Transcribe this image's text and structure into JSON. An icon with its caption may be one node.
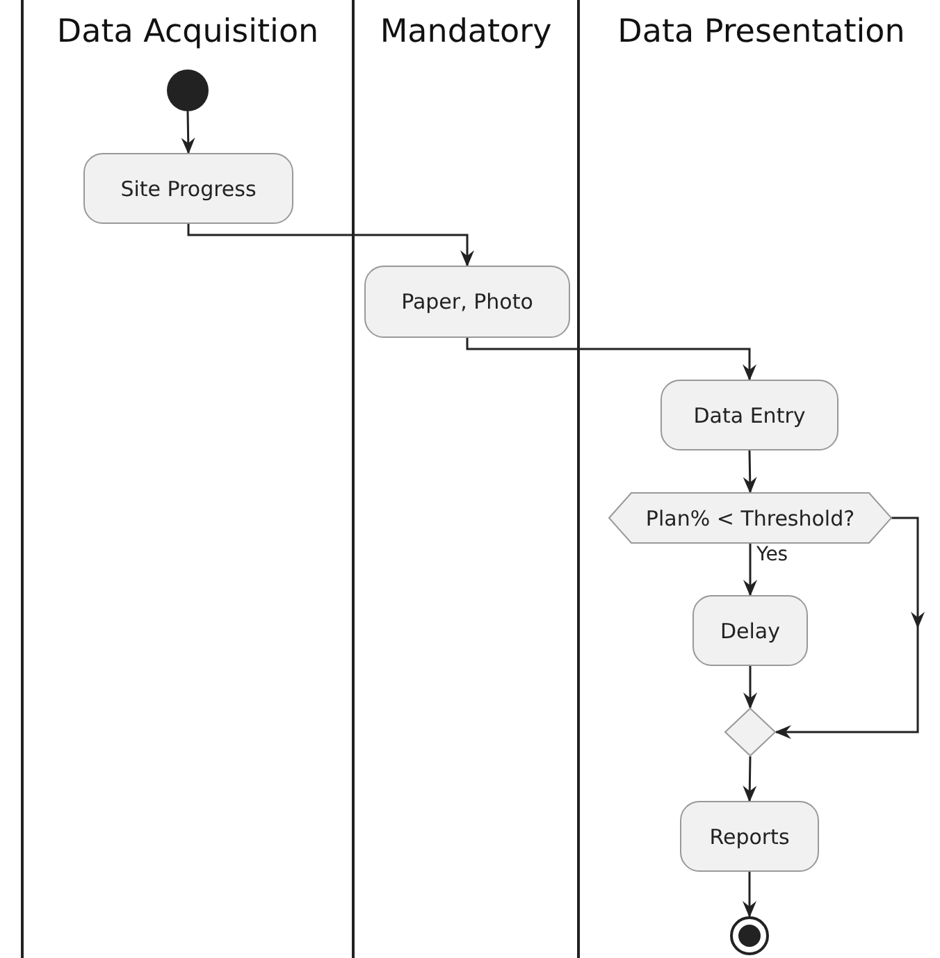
{
  "diagram": {
    "nodes": [
      {
        "text": [
          "Data Acquisition"
        ]
      },
      {
        "text": [
          "Mandatory"
        ]
      },
      {
        "text": [
          "Data Presentation"
        ]
      },
      {
        "text": [],
        "shape": "circle",
        "in": 0
      },
      {
        "text": [
          "Site Progress"
        ],
        "in": 0
      },
      {
        "text": [
          "Paper, Photo"
        ],
        "in": 1
      },
      {
        "text": [
          "Data Entry"
        ],
        "in": 2
      },
      {
        "text": [
          "Plan% < Threshold?"
        ],
        "in": 2
      },
      {
        "text": [
          "Delay"
        ],
        "in": 2
      },
      {
        "text": [],
        "shape": "diamond",
        "in": 2
      },
      {
        "text": [
          "Reports"
        ],
        "in": 2
      },
      {
        "text": [],
        "shape": "circle",
        "in": 2
      }
    ],
    "edges": [
      {
        "from": 3,
        "to": 4,
        "arrow": "to"
      },
      {
        "from": 4,
        "to": 5,
        "arrow": "to"
      },
      {
        "from": 5,
        "to": 6,
        "arrow": "to"
      },
      {
        "from": 6,
        "to": 7,
        "arrow": "to"
      },
      {
        "from": 7,
        "to": 8,
        "arrow": "to",
        "label": "Yes"
      },
      {
        "from": 7,
        "to": 9,
        "arrow": "to"
      },
      {
        "from": 8,
        "to": 9,
        "arrow": "to"
      },
      {
        "from": 9,
        "to": 10,
        "arrow": "to"
      },
      {
        "from": 10,
        "to": 11,
        "arrow": "to"
      }
    ]
  }
}
